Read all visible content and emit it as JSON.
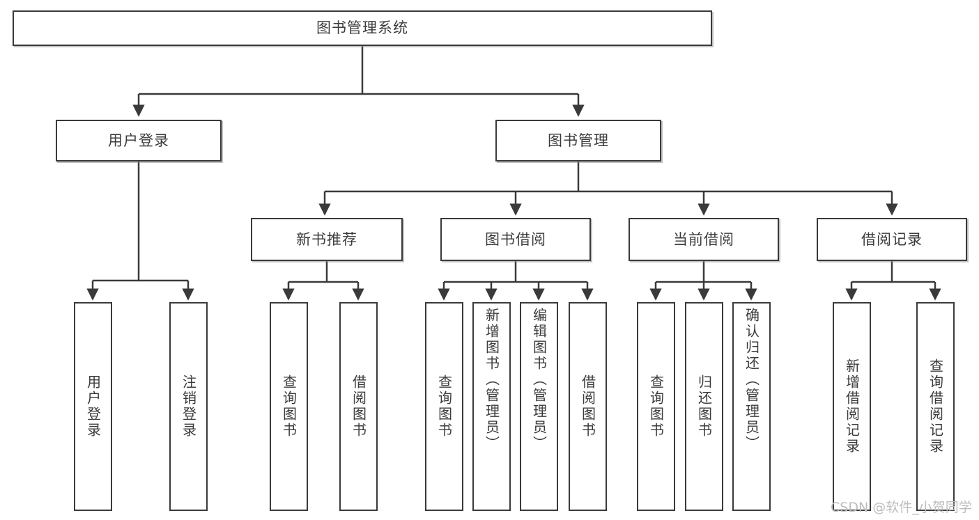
{
  "diagram": {
    "type": "tree-hierarchy-chart",
    "root": {
      "label": "图书管理系统"
    },
    "level2": [
      {
        "label": "用户登录"
      },
      {
        "label": "图书管理"
      }
    ],
    "level3": [
      {
        "label": "新书推荐",
        "parent": "图书管理"
      },
      {
        "label": "图书借阅",
        "parent": "图书管理"
      },
      {
        "label": "当前借阅",
        "parent": "图书管理"
      },
      {
        "label": "借阅记录",
        "parent": "图书管理"
      }
    ],
    "leaves": {
      "user_login": [
        {
          "label": "用户登录"
        },
        {
          "label": "注销登录"
        }
      ],
      "new_book_recommend": [
        {
          "label": "查询图书"
        },
        {
          "label": "借阅图书"
        }
      ],
      "book_borrow": [
        {
          "label": "查询图书"
        },
        {
          "label": "新增图书（管理员）"
        },
        {
          "label": "编辑图书（管理员）"
        },
        {
          "label": "借阅图书"
        }
      ],
      "current_borrow": [
        {
          "label": "查询图书"
        },
        {
          "label": "归还图书"
        },
        {
          "label": "确认归还（管理员）"
        }
      ],
      "borrow_record": [
        {
          "label": "新增借阅记录"
        },
        {
          "label": "查询借阅记录"
        }
      ]
    }
  },
  "watermark": {
    "text": "CSDN @软件_小贺同学"
  },
  "colors": {
    "stroke": "#3a3a3a",
    "text": "#3b3b3b",
    "background": "#ffffff",
    "watermark": "#bdbdbd"
  }
}
